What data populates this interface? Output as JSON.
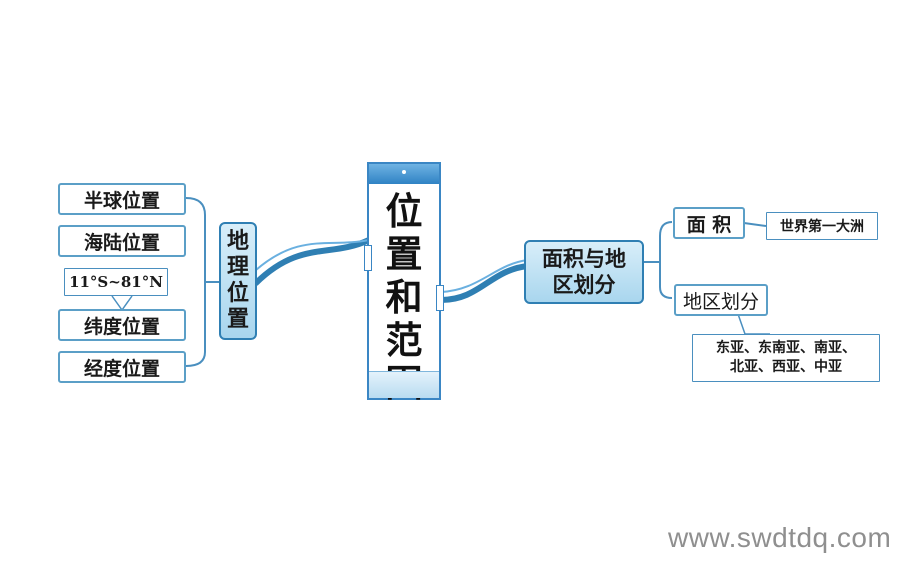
{
  "center": {
    "title": "位置和范围"
  },
  "left": {
    "main": "地理位置",
    "leaves": [
      "半球位置",
      "海陆位置",
      "纬度位置",
      "经度位置"
    ],
    "latitude_note": "11°S~81°N"
  },
  "right": {
    "main": "面积与地区划分",
    "area": {
      "label": "面 积",
      "note": "世界第一大洲"
    },
    "regions": {
      "label": "地区划分",
      "note_line1": "东亚、东南亚、南亚、",
      "note_line2": "北亚、西亚、中亚"
    }
  },
  "watermark": "www.swdtdq.com",
  "colors": {
    "line": "#2f7fb3",
    "box_border": "#5b9fc7",
    "accent": "#a9d6ee"
  }
}
